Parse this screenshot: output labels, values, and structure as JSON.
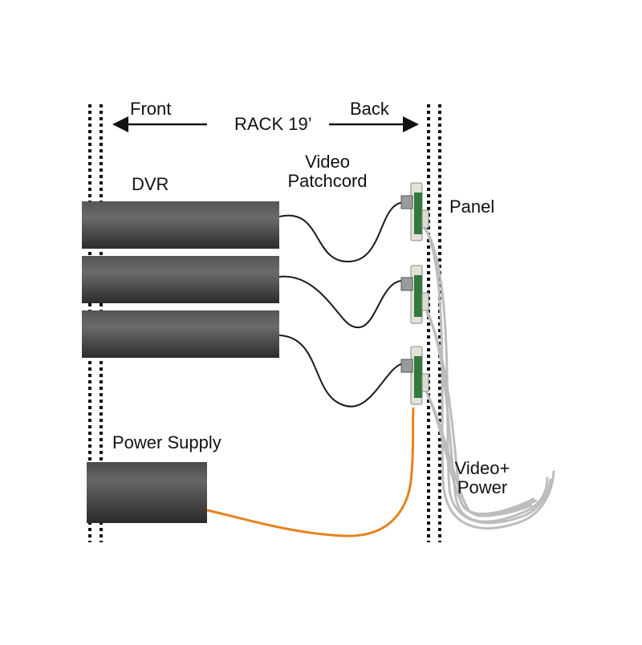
{
  "labels": {
    "front": "Front",
    "rack": "RACK 19’",
    "back": "Back",
    "dvr": "DVR",
    "video_line1": "Video",
    "video_line2": "Patchcord",
    "panel": "Panel",
    "power_supply": "Power Supply",
    "vp_line1": "Video+",
    "vp_line2": "Power"
  },
  "colors": {
    "rail": "#111111",
    "unit_dark": "#333333",
    "unit_light": "#6a6a6a",
    "patchcord": "#1a1a1a",
    "power_cable": "#e8821e",
    "output_cable": "#b8b8b8",
    "panel_board": "#2f7a3c"
  }
}
